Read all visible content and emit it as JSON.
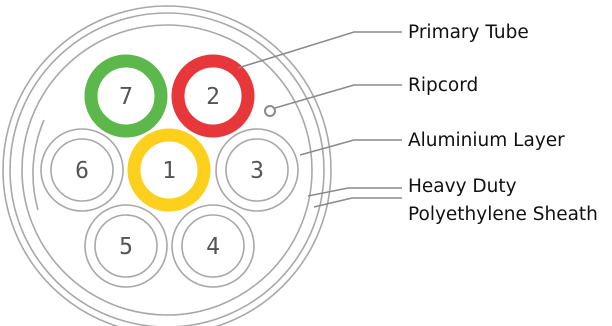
{
  "colors": {
    "outline": "#a8a8a8",
    "leader": "#8a8a8a",
    "green": "#5cb84a",
    "red": "#e8373a",
    "yellow": "#fcd01c",
    "number": "#555555",
    "label": "#111111"
  },
  "tubes": [
    {
      "number": "7",
      "color": "green"
    },
    {
      "number": "2",
      "color": "red"
    },
    {
      "number": "6",
      "color": "plain"
    },
    {
      "number": "1",
      "color": "yellow"
    },
    {
      "number": "3",
      "color": "plain"
    },
    {
      "number": "5",
      "color": "plain"
    },
    {
      "number": "4",
      "color": "plain"
    }
  ],
  "callouts": {
    "primary_tube": "Primary Tube",
    "ripcord": "Ripcord",
    "aluminium_layer": "Aluminium Layer",
    "sheath_line1": "Heavy Duty",
    "sheath_line2": "Polyethylene Sheath"
  }
}
